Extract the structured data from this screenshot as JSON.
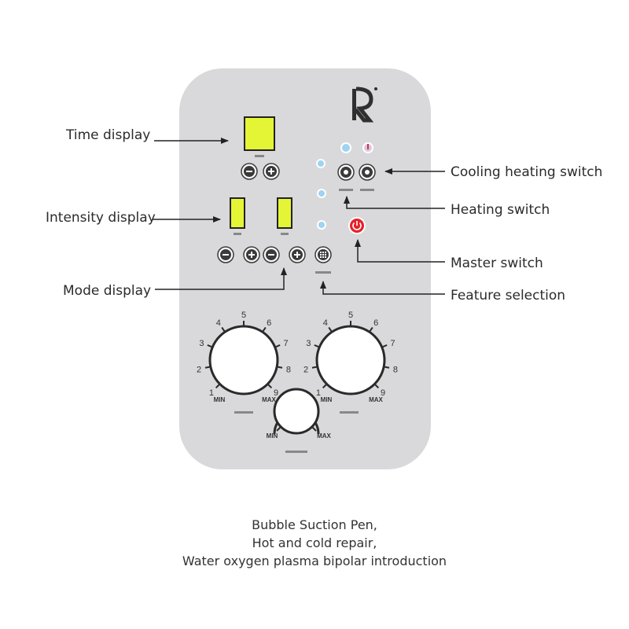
{
  "colors": {
    "panel": "#d9d9db",
    "display_yellow": "#e4f536",
    "button_dark": "#3a3a3a",
    "master_red": "#e8202a",
    "led_blue": "#9ed3f2"
  },
  "callouts": {
    "time_display": "Time display",
    "intensity_display": "Intensity display",
    "mode_display": "Mode display",
    "cooling_heating_switch": "Cooling heating switch",
    "heating_switch": "Heating switch",
    "master_switch": "Master switch",
    "feature_selection": "Feature selection"
  },
  "knob_labels": {
    "min": "MIN",
    "max": "MAX",
    "scale": [
      "1",
      "2",
      "3",
      "4",
      "5",
      "6",
      "7",
      "8",
      "9"
    ]
  },
  "caption": {
    "line1": "Bubble Suction Pen,",
    "line2": "Hot and cold repair,",
    "line3": "Water oxygen plasma bipolar introduction"
  }
}
